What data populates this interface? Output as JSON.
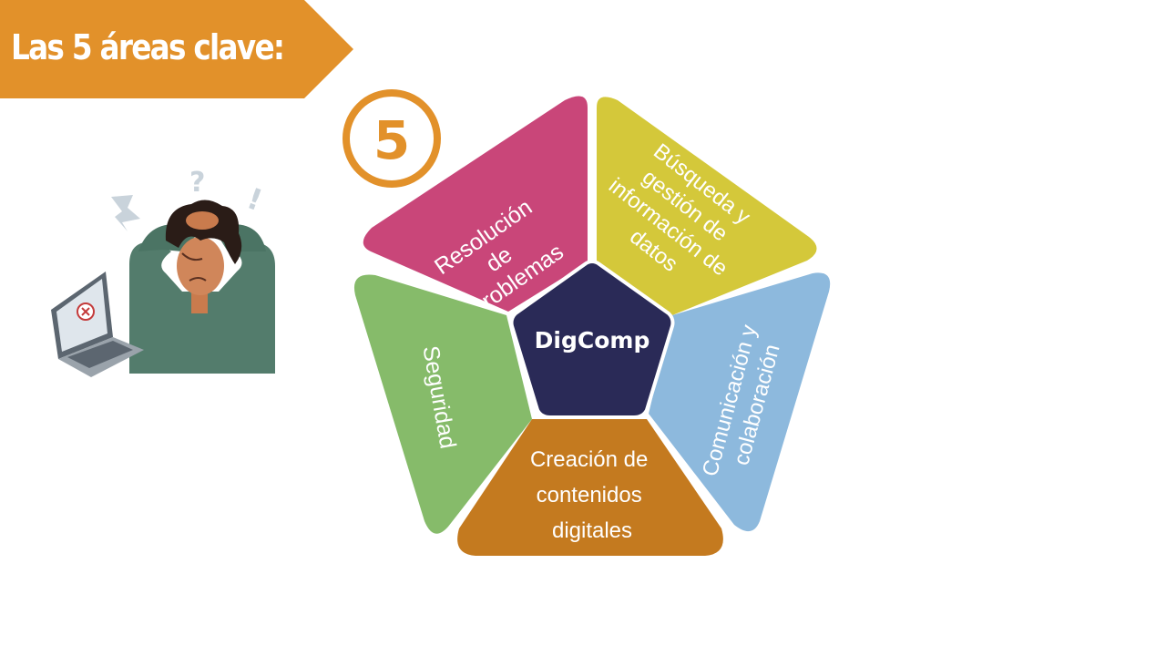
{
  "header": {
    "title": "Las 5 áreas clave:"
  },
  "badge": {
    "number": "5"
  },
  "diagram": {
    "center": "DigComp",
    "segments": {
      "problemas": [
        "Resolución",
        "de",
        "problemas"
      ],
      "busqueda": [
        "Búsqueda y",
        "gestión de",
        "información de",
        "datos"
      ],
      "comunicacion": [
        "Comunicación y",
        "colaboración"
      ],
      "creacion": [
        "Creación de",
        "contenidos",
        "digitales"
      ],
      "seguridad": [
        "Seguridad"
      ]
    }
  },
  "colors": {
    "banner": "#e2912a",
    "problemas": "#c94679",
    "busqueda": "#d4c83a",
    "comunicacion": "#8db9dd",
    "creacion": "#c47a1f",
    "seguridad": "#86bb6a",
    "center": "#2a2a57"
  }
}
